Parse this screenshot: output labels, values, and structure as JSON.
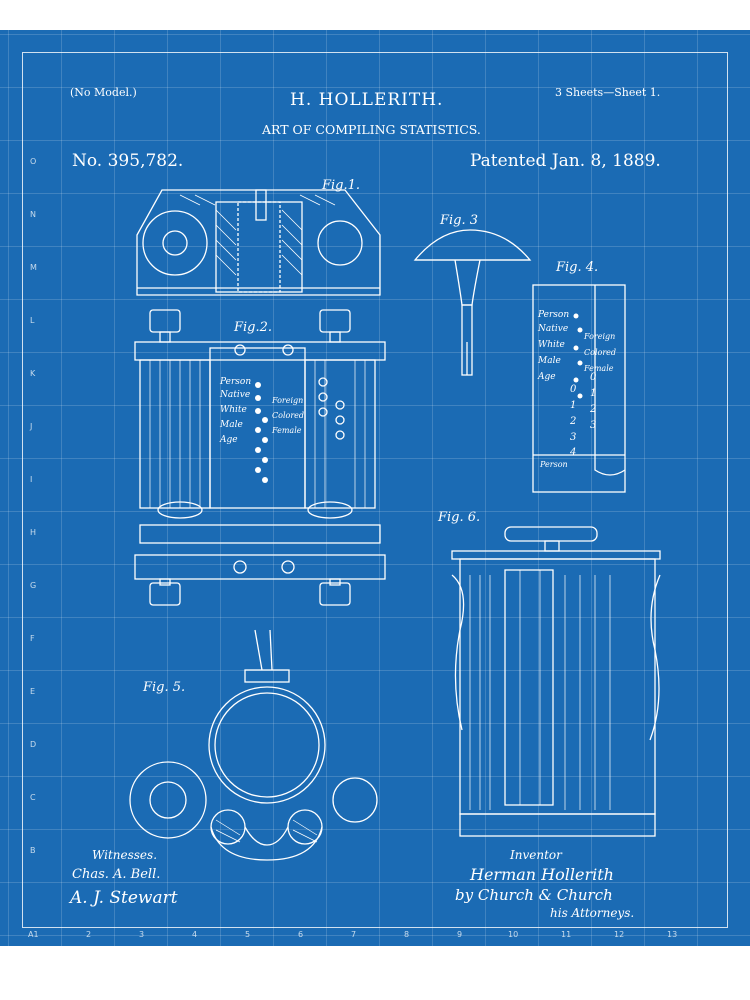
{
  "header": {
    "no_model": "(No Model.)",
    "inventor_name": "H. HOLLERITH.",
    "sheets": "3 Sheets—Sheet 1.",
    "title": "ART OF COMPILING STATISTICS.",
    "patent_no": "No. 395,782.",
    "patented": "Patented Jan. 8, 1889."
  },
  "figures": {
    "fig1": "Fig.1.",
    "fig2": "Fig.2.",
    "fig3": "Fig. 3",
    "fig4": "Fig. 4.",
    "fig5": "Fig. 5.",
    "fig6": "Fig. 6."
  },
  "card_labels": [
    "Person",
    "Native",
    "White",
    "Male",
    "Age"
  ],
  "card_labels_right": [
    "Foreign",
    "Colored",
    "Female"
  ],
  "footer": {
    "witnesses_label": "Witnesses.",
    "witness1": "Chas. A. Bell.",
    "witness2": "A. J. Stewart",
    "inventor_label": "Inventor",
    "inventor_signature": "Herman Hollerith",
    "by_line": "by Church & Church",
    "attorneys": "his Attorneys."
  },
  "grid_index": {
    "rows": [
      "O",
      "N",
      "M",
      "L",
      "K",
      "J",
      "I",
      "H",
      "G",
      "F",
      "E",
      "D",
      "C",
      "B"
    ],
    "cols": [
      "A1",
      "2",
      "3",
      "4",
      "5",
      "6",
      "7",
      "8",
      "9",
      "10",
      "11",
      "12",
      "13"
    ]
  },
  "colors": {
    "blueprint": "#1b6bb4",
    "lines": "#ffffff"
  }
}
